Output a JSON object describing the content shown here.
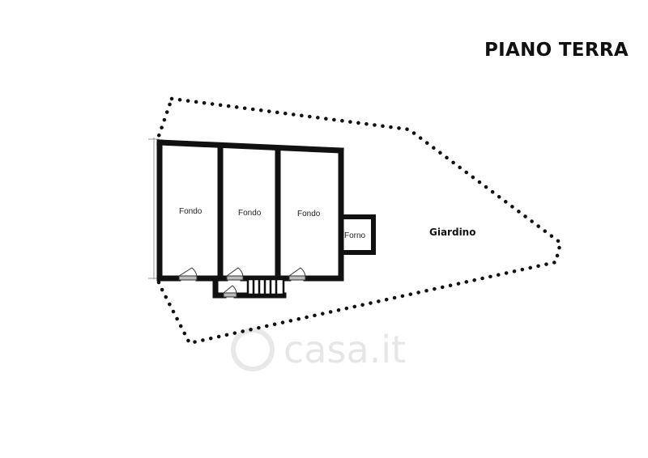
{
  "floor_plan": {
    "title": "PIANO TERRA",
    "rooms": [
      "Fondo",
      "Fondo",
      "Fondo"
    ],
    "oven_label": "Forno",
    "garden_label": "Giardino",
    "watermark": "casa.it"
  }
}
